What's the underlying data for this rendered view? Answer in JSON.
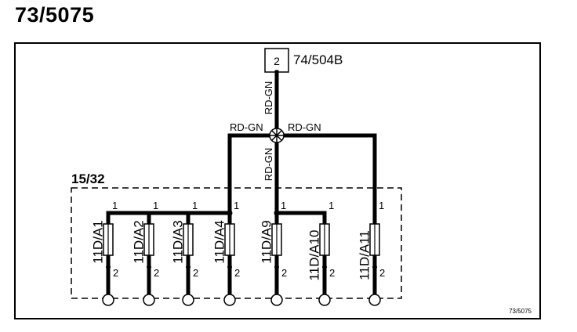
{
  "title": "73/5075",
  "connector": {
    "pin": "2",
    "label": "74/504B"
  },
  "wire_color": "RD-GN",
  "splice_box": {
    "label": "15/32"
  },
  "fuses": [
    {
      "name": "11D/A1",
      "pin_top": "1",
      "pin_bottom": "2"
    },
    {
      "name": "11D/A2",
      "pin_top": "1",
      "pin_bottom": "2"
    },
    {
      "name": "11D/A3",
      "pin_top": "1",
      "pin_bottom": "2"
    },
    {
      "name": "11D/A4",
      "pin_top": "1",
      "pin_bottom": "2"
    },
    {
      "name": "11D/A9",
      "pin_top": "1",
      "pin_bottom": "2"
    },
    {
      "name": "11D/A10",
      "pin_top": "1",
      "pin_bottom": "2"
    },
    {
      "name": "11D/A11",
      "pin_top": "1",
      "pin_bottom": "2"
    }
  ],
  "footer_code": "73/5075"
}
